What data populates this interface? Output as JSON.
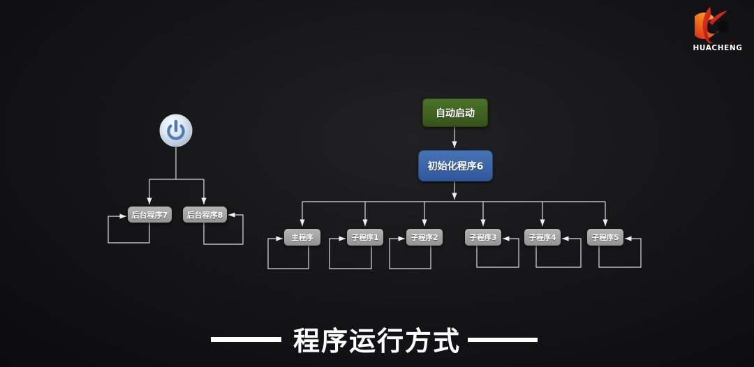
{
  "brand": {
    "name": "HUACHENG"
  },
  "slide_title": {
    "text": "程序运行方式"
  },
  "left_flow": {
    "root_icon": "power-button",
    "children": [
      {
        "label": "后台程序7"
      },
      {
        "label": "后台程序8"
      }
    ]
  },
  "right_flow": {
    "start": {
      "label": "自动启动"
    },
    "init": {
      "label": "初始化程序6"
    },
    "children": [
      {
        "label": "主程序"
      },
      {
        "label": "子程序1"
      },
      {
        "label": "子程序2"
      },
      {
        "label": "子程序3"
      },
      {
        "label": "子程序4"
      },
      {
        "label": "子程序5"
      }
    ]
  },
  "colors": {
    "start_green": "#3f6120",
    "init_blue": "#3a64a8",
    "node_gray": "#a6a6a6",
    "connector": "#e8e8e8",
    "logo_red": "#d6281e",
    "logo_orange": "#f07818",
    "title_white": "#ffffff",
    "power_blue": "#4f7cb3"
  }
}
